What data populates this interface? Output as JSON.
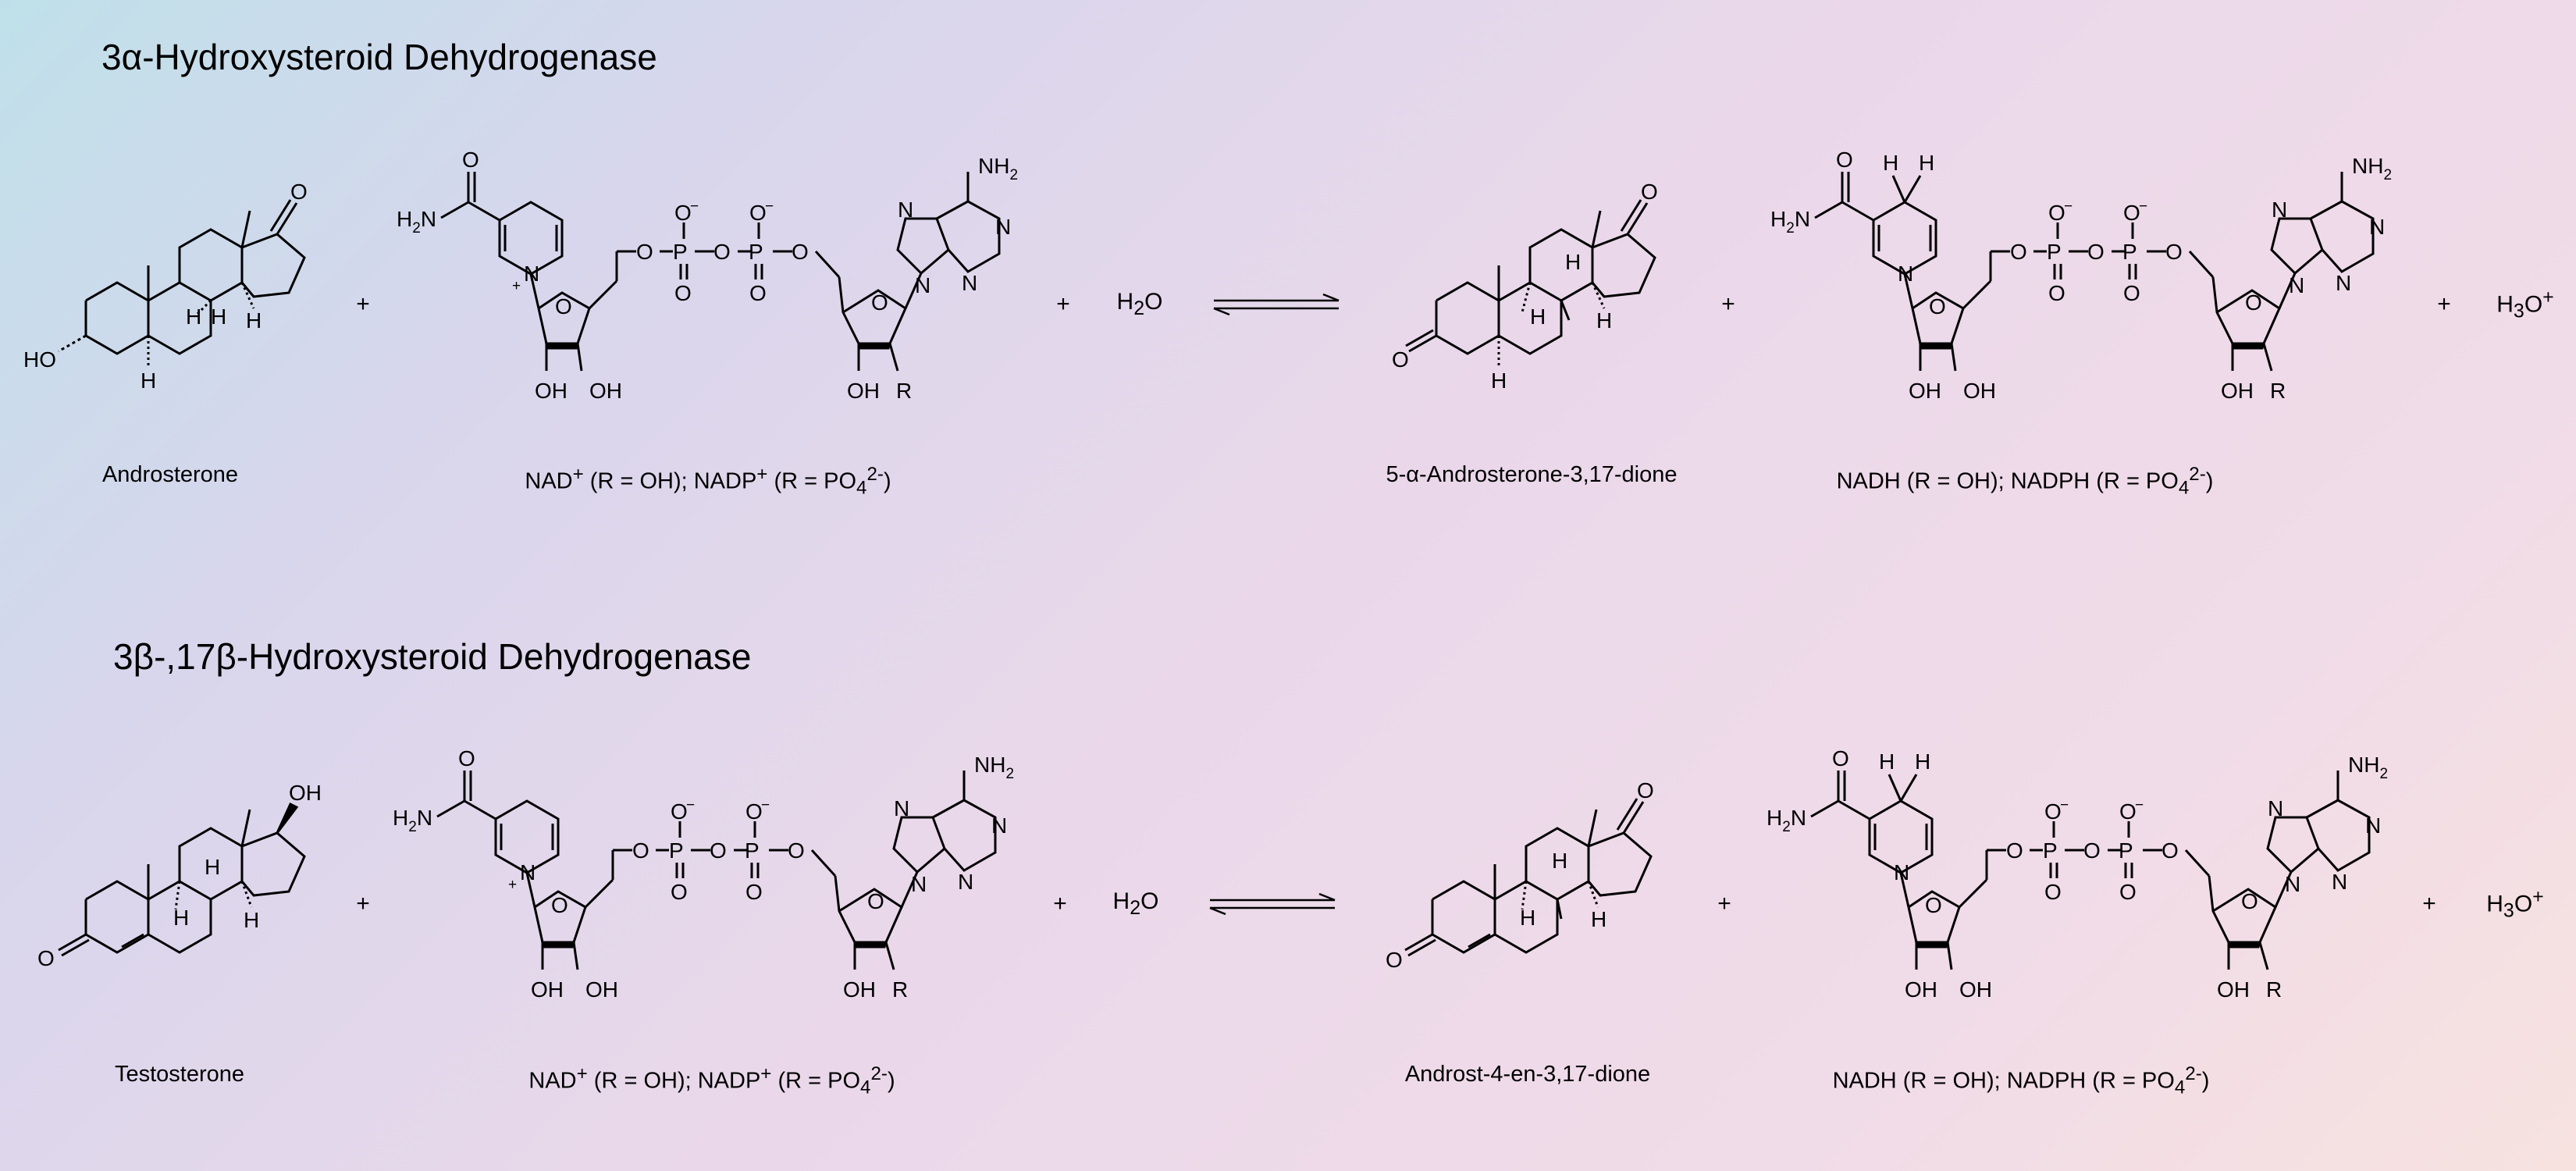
{
  "reactions": [
    {
      "title_prefix": "3",
      "title_greek": "α",
      "title_suffix": "-Hydroxysteroid Dehydrogenase",
      "substrate_label": "Androsterone",
      "cofactor_label": {
        "base": "NAD",
        "sup1": "+",
        "mid": " (R = OH); NADP",
        "sup2": "+",
        "end": " (R = PO",
        "sub": "4",
        "sup3": "2-",
        "close": ")"
      },
      "water": {
        "h": "H",
        "sub": "2",
        "o": "O"
      },
      "product_label": "5-α-Androsterone-3,17-dione",
      "reduced_label": {
        "base": "NADH (R = OH); NADPH (R = PO",
        "sub": "4",
        "sup": "2-",
        "close": ")"
      },
      "hydronium": {
        "h": "H",
        "sub": "3",
        "o": "O",
        "sup": "+"
      },
      "plus": "+"
    },
    {
      "title_prefix": "3",
      "title_greek": "β",
      "title_mid": "-,17",
      "title_greek2": "β",
      "title_suffix": "-Hydroxysteroid Dehydrogenase",
      "substrate_label": "Testosterone",
      "cofactor_label": {
        "base": "NAD",
        "sup1": "+",
        "mid": " (R = OH); NADP",
        "sup2": "+",
        "end": " (R = PO",
        "sub": "4",
        "sup3": "2-",
        "close": ")"
      },
      "water": {
        "h": "H",
        "sub": "2",
        "o": "O"
      },
      "product_label": "Androst-4-en-3,17-dione",
      "reduced_label": {
        "base": "NADH (R = OH); NADPH (R = PO",
        "sub": "4",
        "sup": "2-",
        "close": ")"
      },
      "hydronium": {
        "h": "H",
        "sub": "3",
        "o": "O",
        "sup": "+"
      },
      "plus": "+"
    }
  ],
  "atoms": {
    "oh": "OH",
    "o": "O",
    "h": "H",
    "n": "N",
    "p": "P",
    "r": "R",
    "ho": "HO",
    "nh2_n": "NH",
    "nh2_sub": "2",
    "h2n_h": "H",
    "h2n_sub": "2",
    "h2n_n": "N",
    "minus": "−",
    "plus": "+"
  }
}
